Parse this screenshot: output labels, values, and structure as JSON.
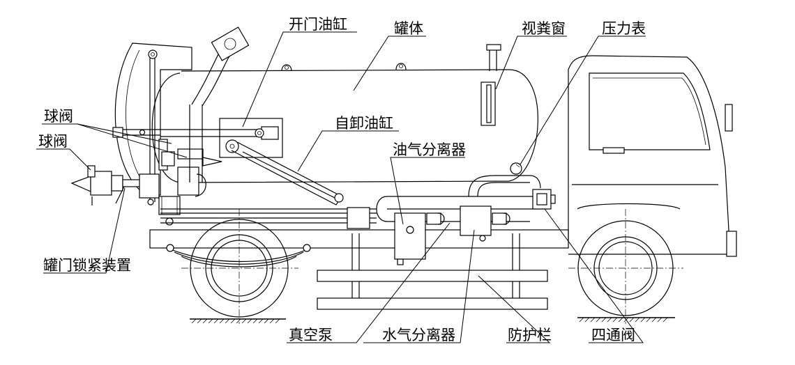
{
  "labels": {
    "door_cylinder": "开门油缸",
    "tank_body": "罐体",
    "sight_glass": "视粪窗",
    "pressure_gauge": "压力表",
    "ball_valve_upper": "球阀",
    "ball_valve_lower": "球阀",
    "dump_cylinder": "自卸油缸",
    "oil_gas_separator": "油气分离器",
    "tank_door_lock": "罐门锁紧装置",
    "vacuum_pump": "真空泵",
    "water_gas_separator": "水气分离器",
    "guard_rail": "防护栏",
    "four_way_valve": "四通阀"
  }
}
